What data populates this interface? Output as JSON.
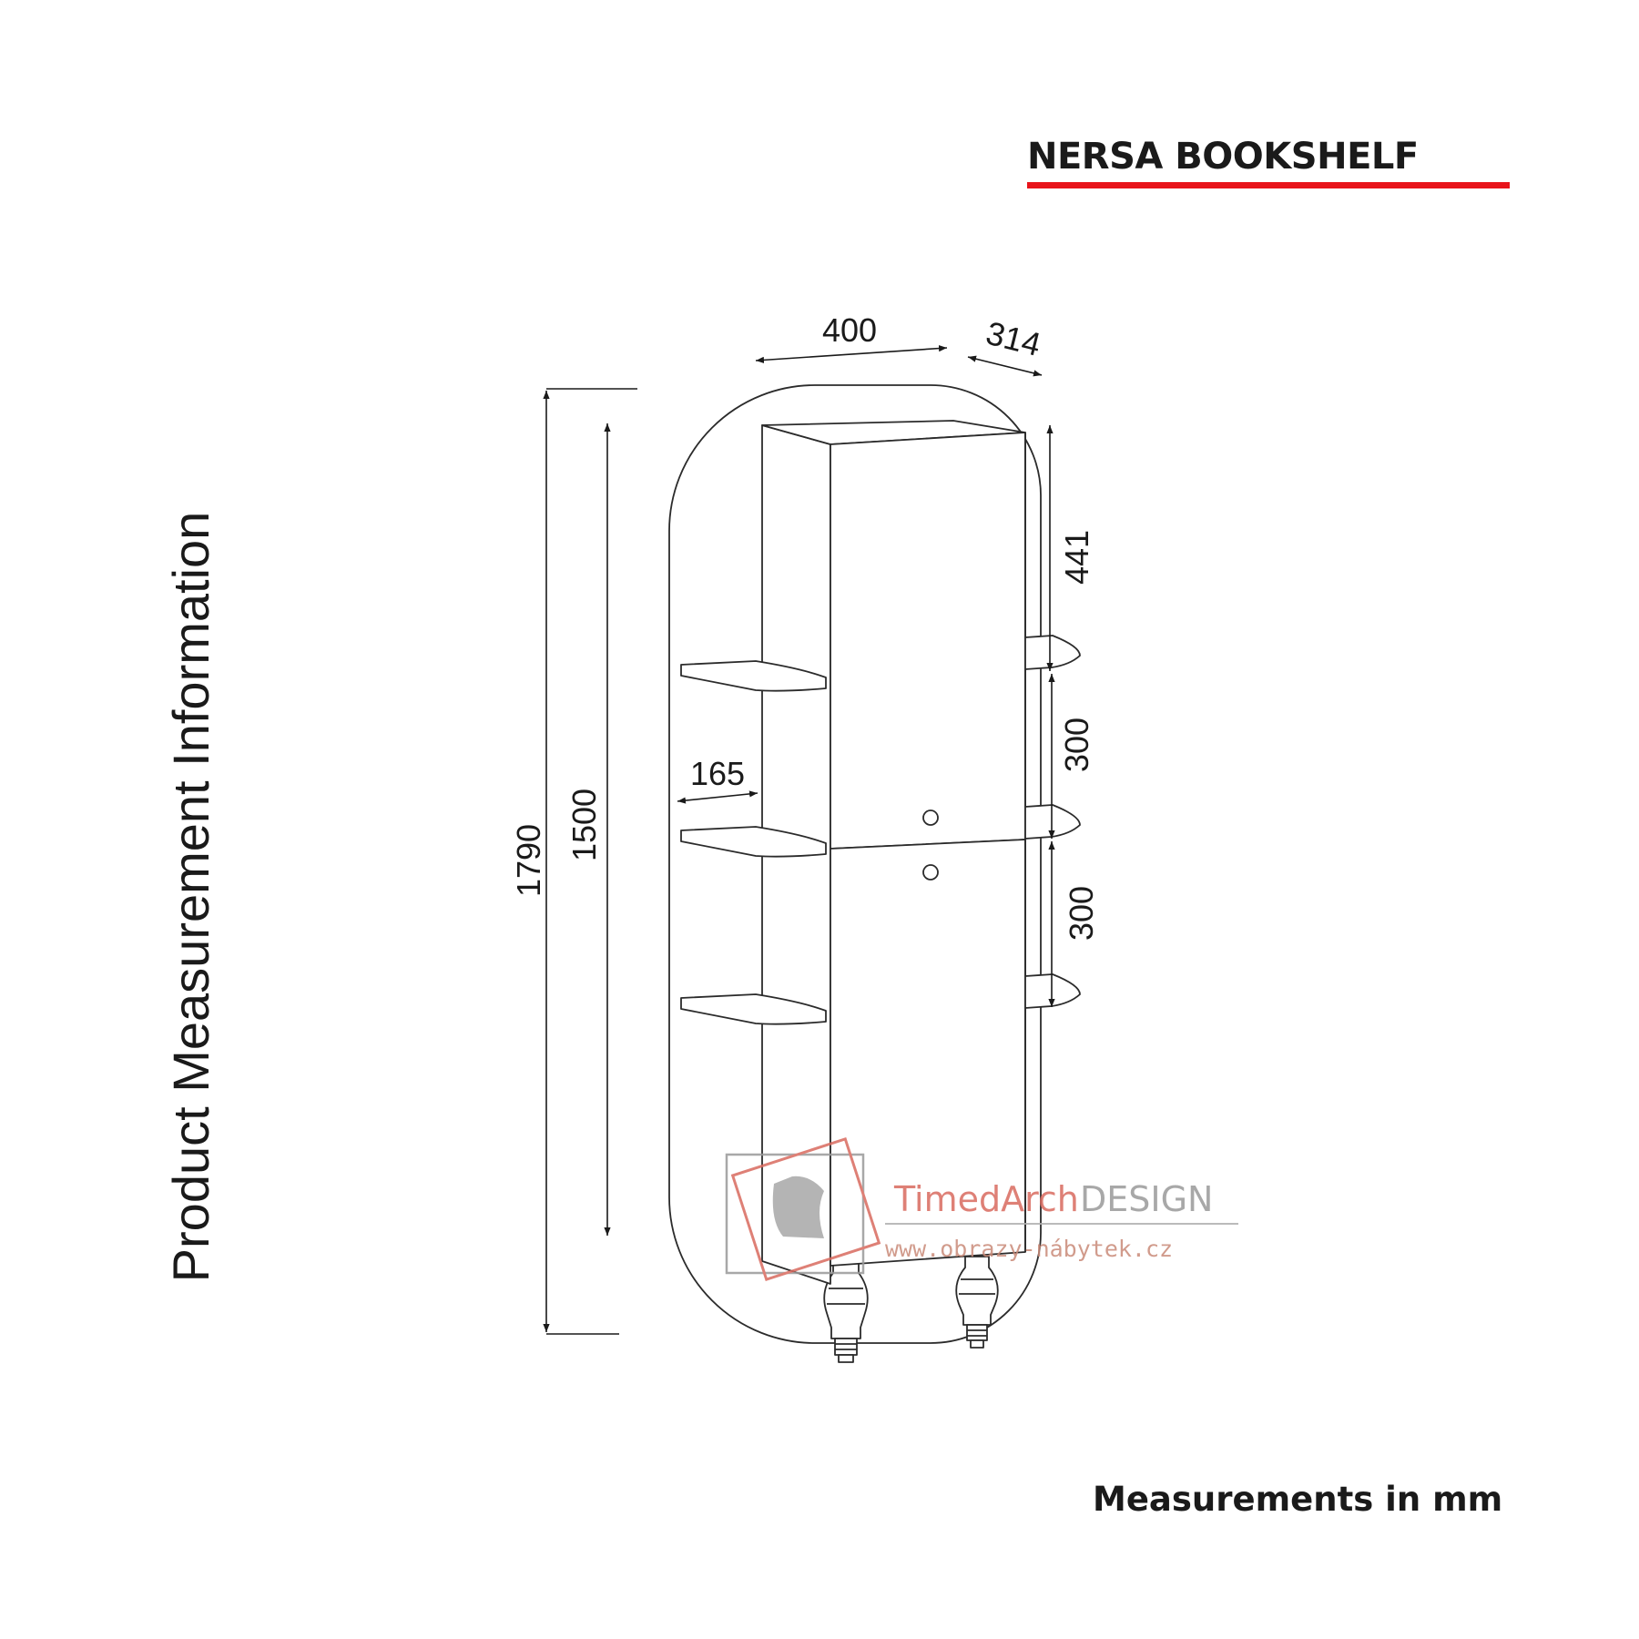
{
  "title": "NERSA BOOKSHELF",
  "side_label": "Product Measurement Information",
  "units_note": "Measurements in mm",
  "accent_color": "#e8141b",
  "dimensions": {
    "overall_height": "1790",
    "cabinet_height": "1500",
    "width": "400",
    "depth": "314",
    "shelf_depth": "165",
    "top_section": "441",
    "middle_section": "300",
    "lower_section": "300"
  },
  "watermark": {
    "brand_part1": "TimedArch",
    "brand_part2": "DESIGN",
    "url": "www.obrazy-nábytek.cz"
  }
}
